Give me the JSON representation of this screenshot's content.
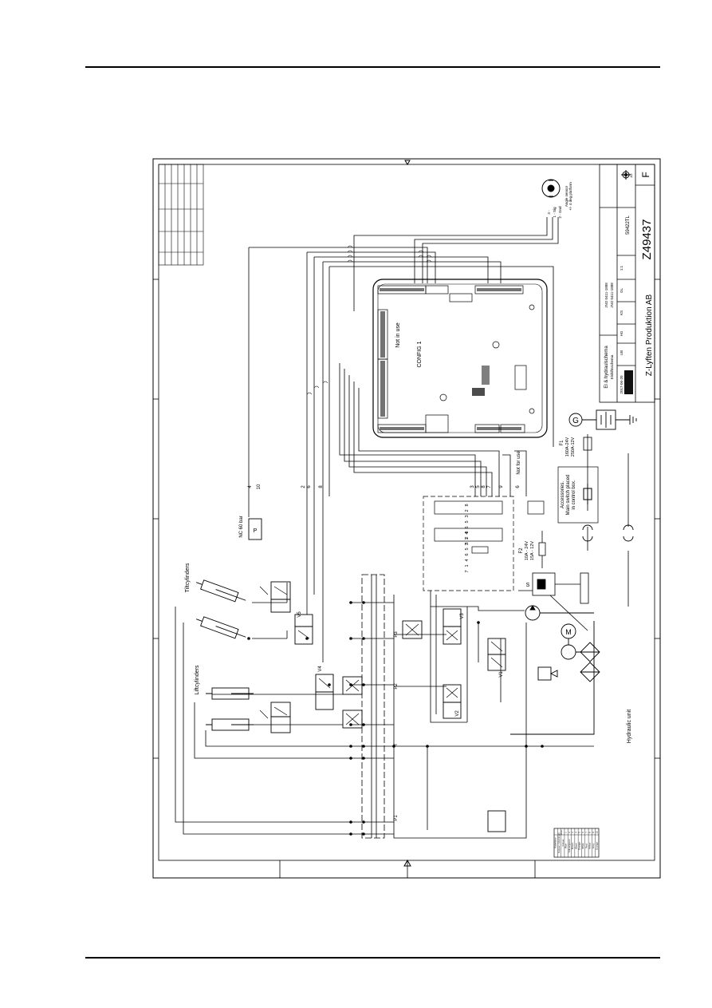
{
  "page": {
    "top_rule": true,
    "bottom_rule": true
  },
  "title_block": {
    "drawing_number": "Z49437",
    "revision": "F",
    "company": "Z-Lyften Produktion AB",
    "title": "El & hydraulschema",
    "subtitle": "Elshiftnschema",
    "article": "59422TL",
    "sheet_size": "A3",
    "sign_lines": [
      "JNO 0411-1888",
      "JNO 0411-1888"
    ],
    "cols": [
      "UB",
      "HG",
      "KS",
      "GL",
      "1:1"
    ],
    "date": "2017-06-20"
  },
  "labels": {
    "tiltcylinders": "Tiltcylinders",
    "liftcylinders": "Liftcylinders",
    "hydraulic_unit": "Hydraulic unit",
    "config": "CONFIG 1",
    "not_in_use_top": "Not in use",
    "not_for_use": "Not for use",
    "nc_60_bar": "NC 60 bar",
    "accessories": "Accessories.",
    "main_switch": "Main switch placed",
    "in_control_box": "in control box.",
    "f1": "F1",
    "f1_a": "160A-24V",
    "f1_b": "250A-12V",
    "f2": "F2",
    "f2_a": "10A - 24V",
    "f2_b": "15A - 12V",
    "angle_sensor": "Angle sensor",
    "angle_sensor_b": "+/- 4 deg platform",
    "v1": "V1",
    "v2": "V2",
    "v3": "V3",
    "v4": "V4",
    "v5": "V5",
    "p1": "P1",
    "p2": "P2",
    "p3": "P3",
    "t": "T",
    "s": "S",
    "g": "G",
    "m": "M",
    "p": "P",
    "sensor_pins": [
      "3 -",
      "1 - Sig",
      "2 - Gnd"
    ],
    "bus_numbers": [
      "4",
      "10",
      "2",
      "6",
      "8",
      "3",
      "5",
      "8",
      "7",
      "9",
      "6"
    ],
    "connector_a": [
      "8",
      "2",
      "3",
      "5",
      "6",
      "4",
      "1",
      "7"
    ],
    "connector_b": [
      "8",
      "2",
      "3",
      "5",
      "6",
      "4",
      "1",
      "7"
    ]
  },
  "legend": {
    "header": [
      "Pos",
      "Colour"
    ],
    "symbols": [
      "Kabelskor",
      "Koppar / Aluminium"
    ],
    "rows": [
      [
        "1",
        "Blue"
      ],
      [
        "2",
        "Yellow/green"
      ],
      [
        "3",
        "Brown"
      ],
      [
        "4",
        "Black"
      ],
      [
        "5",
        "Orange"
      ],
      [
        "6",
        "White"
      ],
      [
        "7",
        "Red"
      ],
      [
        "8",
        "Yellow"
      ],
      [
        "9",
        "Grey"
      ],
      [
        "10",
        "Orange"
      ]
    ]
  }
}
